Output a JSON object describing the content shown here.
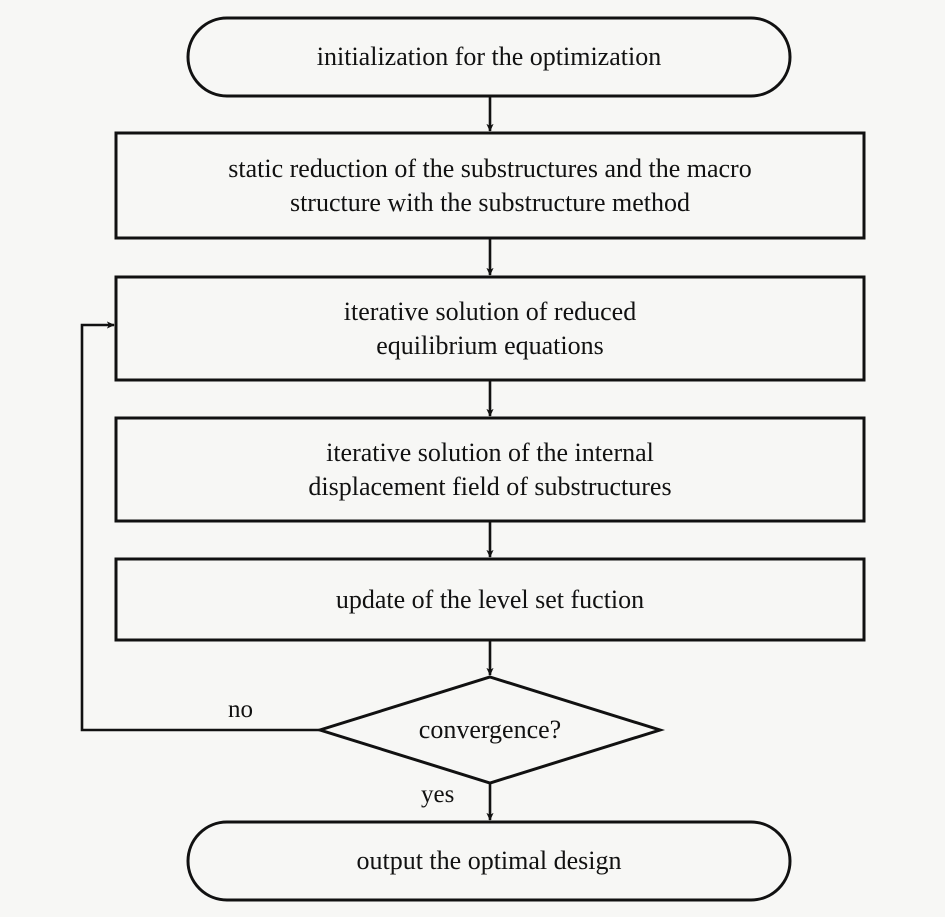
{
  "diagram": {
    "title": "optimization procedure flowchart",
    "background_color": "#f7f7f5",
    "stroke_color": "#111111",
    "fill_color": "#f7f7f5",
    "nodes": [
      {
        "id": "start",
        "shape": "terminal",
        "label": "initialization for the optimization"
      },
      {
        "id": "static-reduction",
        "shape": "process",
        "label": "static reduction of the substructures and the macro\nstructure with the substructure method"
      },
      {
        "id": "reduced-equilibrium",
        "shape": "process",
        "label": "iterative solution of reduced\nequilibrium equations"
      },
      {
        "id": "internal-displacement",
        "shape": "process",
        "label": "iterative solution of the internal\ndisplacement field of substructures"
      },
      {
        "id": "level-set-update",
        "shape": "process",
        "label": "update of the level set fuction"
      },
      {
        "id": "convergence",
        "shape": "decision",
        "label": "convergence?"
      },
      {
        "id": "end",
        "shape": "terminal",
        "label": "output the optimal design"
      }
    ],
    "edge_labels": {
      "no": "no",
      "yes": "yes"
    }
  }
}
